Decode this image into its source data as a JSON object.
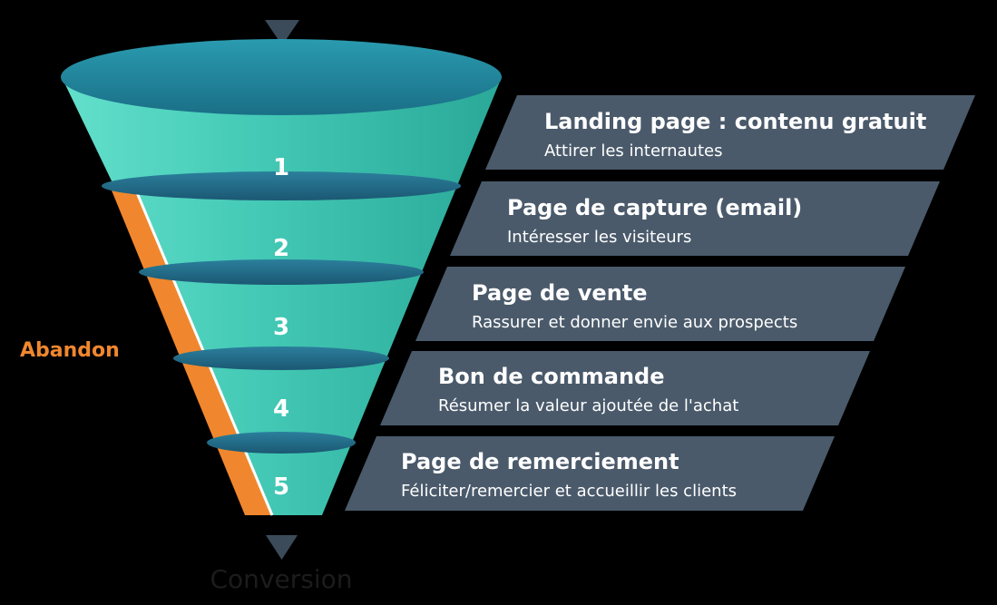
{
  "colors": {
    "background": "#000000",
    "funnel_teal": "#43c9b5",
    "funnel_teal_light": "#6ee6d3",
    "funnel_rim_dark": "#1f7d93",
    "funnel_ring": "#226a86",
    "abandon_orange": "#f0872e",
    "panel_fill": "#4a5a6b",
    "arrow": "#3c4b5a",
    "text_white": "#ffffff"
  },
  "funnel": {
    "side_label": "Abandon",
    "bottom_label": "Conversion",
    "stages": [
      {
        "number": "1",
        "title": "Landing page : contenu gratuit",
        "subtitle": "Attirer les internautes"
      },
      {
        "number": "2",
        "title": "Page de capture (email)",
        "subtitle": "Intéresser les visiteurs"
      },
      {
        "number": "3",
        "title": "Page de vente",
        "subtitle": "Rassurer et donner envie aux prospects"
      },
      {
        "number": "4",
        "title": "Bon de commande",
        "subtitle": "Résumer la valeur ajoutée de l'achat"
      },
      {
        "number": "5",
        "title": "Page de remerciement",
        "subtitle": "Féliciter/remercier et accueillir les clients"
      }
    ]
  }
}
